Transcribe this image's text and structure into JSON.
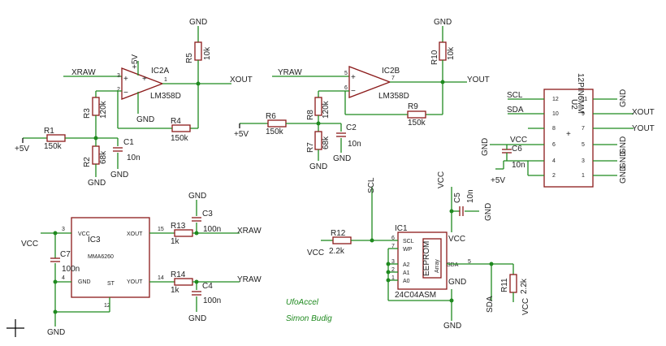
{
  "nets": {
    "gnd": "GND",
    "plus5v": "+5V",
    "vcc": "VCC",
    "xraw": "XRAW",
    "yraw": "YRAW",
    "xout": "XOUT",
    "yout": "YOUT",
    "scl": "SCL",
    "sda": "SDA"
  },
  "opamps": {
    "ic2a": {
      "name": "IC2A",
      "part": "LM358D",
      "pin_in_pos": "3",
      "pin_in_neg": "2",
      "pin_out": "1"
    },
    "ic2b": {
      "name": "IC2B",
      "part": "LM358D",
      "pin_in_pos": "5",
      "pin_in_neg": "6",
      "pin_out": "7"
    }
  },
  "resistors": {
    "r1": {
      "name": "R1",
      "value": "150k"
    },
    "r2": {
      "name": "R2",
      "value": "68k"
    },
    "r3": {
      "name": "R3",
      "value": "120k"
    },
    "r4": {
      "name": "R4",
      "value": "150k"
    },
    "r5": {
      "name": "R5",
      "value": "10k"
    },
    "r6": {
      "name": "R6",
      "value": "150k"
    },
    "r7": {
      "name": "R7",
      "value": "68k"
    },
    "r8": {
      "name": "R8",
      "value": "120k"
    },
    "r9": {
      "name": "R9",
      "value": "150k"
    },
    "r10": {
      "name": "R10",
      "value": "10k"
    },
    "r11": {
      "name": "R11",
      "value": "2.2k"
    },
    "r12": {
      "name": "R12",
      "value": "2.2k"
    },
    "r13": {
      "name": "R13",
      "value": "1k"
    },
    "r14": {
      "name": "R14",
      "value": "1k"
    }
  },
  "capacitors": {
    "c1": {
      "name": "C1",
      "value": "10n"
    },
    "c2": {
      "name": "C2",
      "value": "10n"
    },
    "c3": {
      "name": "C3",
      "value": "100n"
    },
    "c4": {
      "name": "C4",
      "value": "100n"
    },
    "c5": {
      "name": "C5",
      "value": "10n"
    },
    "c6": {
      "name": "C6",
      "value": "10n"
    },
    "c7": {
      "name": "C7",
      "value": "100n"
    }
  },
  "ic3": {
    "name": "IC3",
    "part": "MMA6260",
    "pin_vcc": "VCC",
    "pin_gnd": "GND",
    "pin_xout": "XOUT",
    "pin_yout": "YOUT",
    "pin_st": "ST",
    "num_3": "3",
    "num_4": "4",
    "num_15": "15",
    "num_14": "14",
    "num_12": "12"
  },
  "ic1": {
    "name": "IC1",
    "part": "24C04ASM",
    "pin_scl": "SCL",
    "pin_wp": "WP",
    "pin_a2": "A2",
    "pin_a1": "A1",
    "pin_a0": "A0",
    "pin_sda": "SDA",
    "pin_vcc": "VCC",
    "pin_gnd": "GND",
    "inner": "EEPROM",
    "inner2": "Array",
    "num_6": "6",
    "num_7": "7",
    "num_3": "3",
    "num_2": "2",
    "num_1": "1",
    "num_5": "5"
  },
  "u2": {
    "name": "U2",
    "part": "12PIN6MM",
    "pins_left": [
      "12",
      "10",
      "8",
      "6",
      "4",
      "2"
    ],
    "pins_right": [
      "11",
      "9",
      "7",
      "5",
      "3",
      "1"
    ]
  },
  "texts": {
    "ufo": "UfoAccel",
    "author": "Simon Budig"
  }
}
